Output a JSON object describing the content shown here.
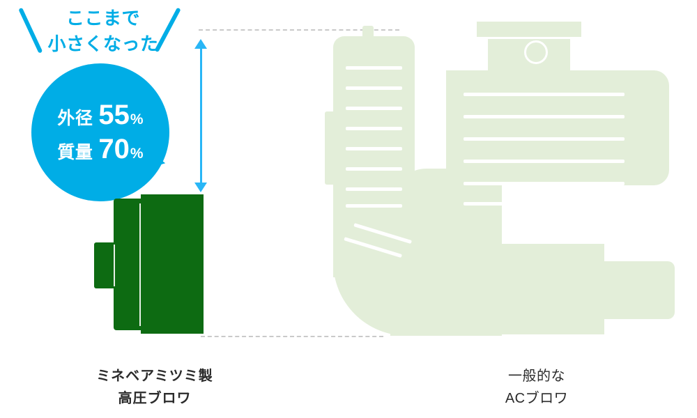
{
  "colors": {
    "cyan": "#00ade6",
    "arrow_blue": "#29b6f6",
    "dark_green": "#0d6b12",
    "light_green": "#e3eed9",
    "guide_gray": "#c9c9c9",
    "caption_text": "#2b2b2b",
    "background": "#ffffff"
  },
  "callout": {
    "line1": "ここまで",
    "line2": "小さくなった"
  },
  "badge": {
    "metrics": [
      {
        "label": "外径",
        "value": "55",
        "unit": "%"
      },
      {
        "label": "質量",
        "value": "70",
        "unit": "%"
      }
    ]
  },
  "products": {
    "left": {
      "name_line1": "ミネベアミツミ製",
      "name_line2": "高圧ブロワ"
    },
    "right": {
      "name_line1": "一般的な",
      "name_line2": "ACブロワ"
    }
  },
  "comparison": {
    "measure_axis": "height-comparison-arrow",
    "guides": [
      "top-alignment-guide",
      "bottom-alignment-guide"
    ]
  }
}
